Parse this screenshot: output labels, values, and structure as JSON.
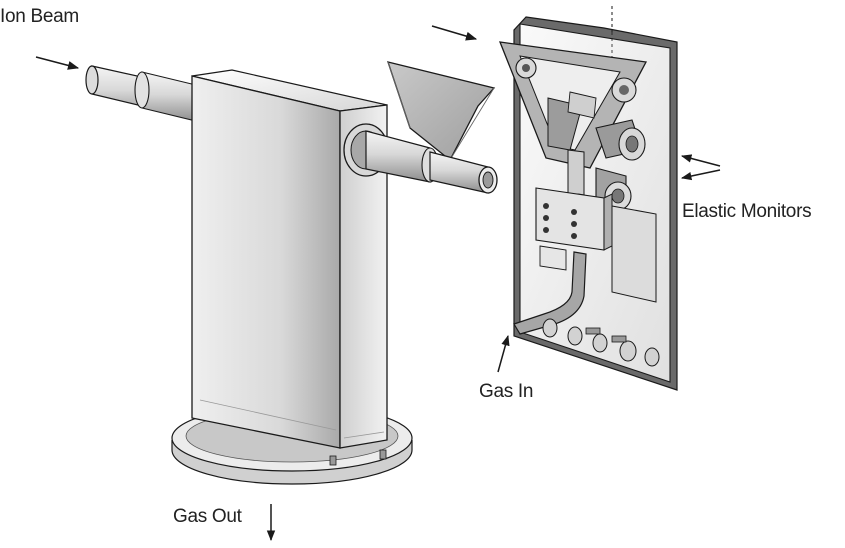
{
  "labels": {
    "ion_beam": "Ion Beam",
    "elastic_monitors": "Elastic Monitors",
    "gas_in": "Gas In",
    "gas_out": "Gas Out"
  },
  "colors": {
    "stroke": "#1a1a1a",
    "metal_light": "#e9e9e9",
    "metal_mid": "#bdbdbd",
    "metal_dark": "#8a8a8a",
    "panel": "#f3f3f3",
    "panel_frame": "#6a6a6a"
  }
}
